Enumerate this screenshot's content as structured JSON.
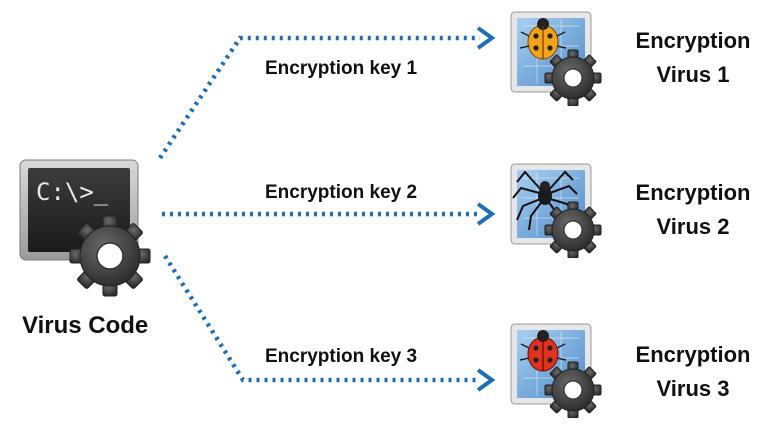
{
  "source": {
    "label": "Virus Code",
    "terminal_text": "C:\\>_",
    "icon": "terminal-gear-icon"
  },
  "branches": [
    {
      "key_label": "Encryption key 1",
      "virus_label_line1": "Encryption",
      "virus_label_line2": "Virus 1",
      "bug": "ladybug-orange",
      "icon": "blueprint-gear-bug-icon"
    },
    {
      "key_label": "Encryption key 2",
      "virus_label_line1": "Encryption",
      "virus_label_line2": "Virus 2",
      "bug": "spider",
      "icon": "blueprint-gear-spider-icon"
    },
    {
      "key_label": "Encryption key 3",
      "virus_label_line1": "Encryption",
      "virus_label_line2": "Virus 3",
      "bug": "ladybug-red",
      "icon": "blueprint-gear-bug-icon"
    }
  ],
  "colors": {
    "arrow": "#1f6fb5",
    "text": "#111111",
    "terminal_bg": "#2b2b2b",
    "gear": "#3a3a3a",
    "blueprint": "#7fb3e0"
  }
}
